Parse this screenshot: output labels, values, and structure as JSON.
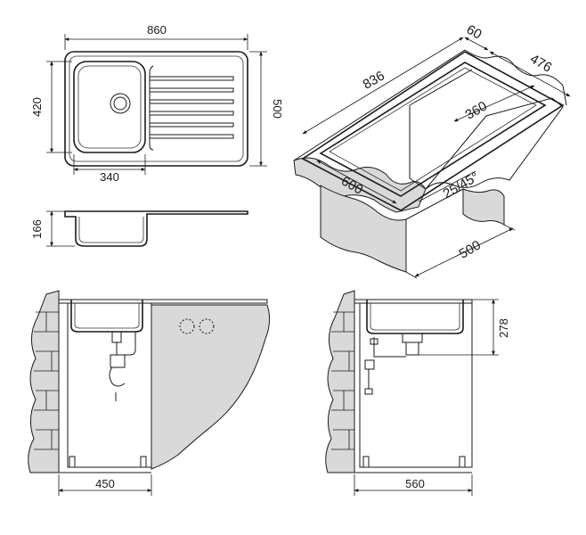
{
  "dimensions": {
    "top_view": {
      "width": "860",
      "depth": "500",
      "bowl_depth": "420",
      "bowl_width": "340"
    },
    "side_view": {
      "height": "166"
    },
    "iso_view": {
      "length": "836",
      "edge": "60",
      "depth": "476",
      "drainer": "360",
      "cutout": "600",
      "radius": "25/45°",
      "cabinet": "500"
    },
    "front_section": {
      "cabinet": "450"
    },
    "side_section": {
      "cabinet": "560",
      "height": "278"
    }
  }
}
